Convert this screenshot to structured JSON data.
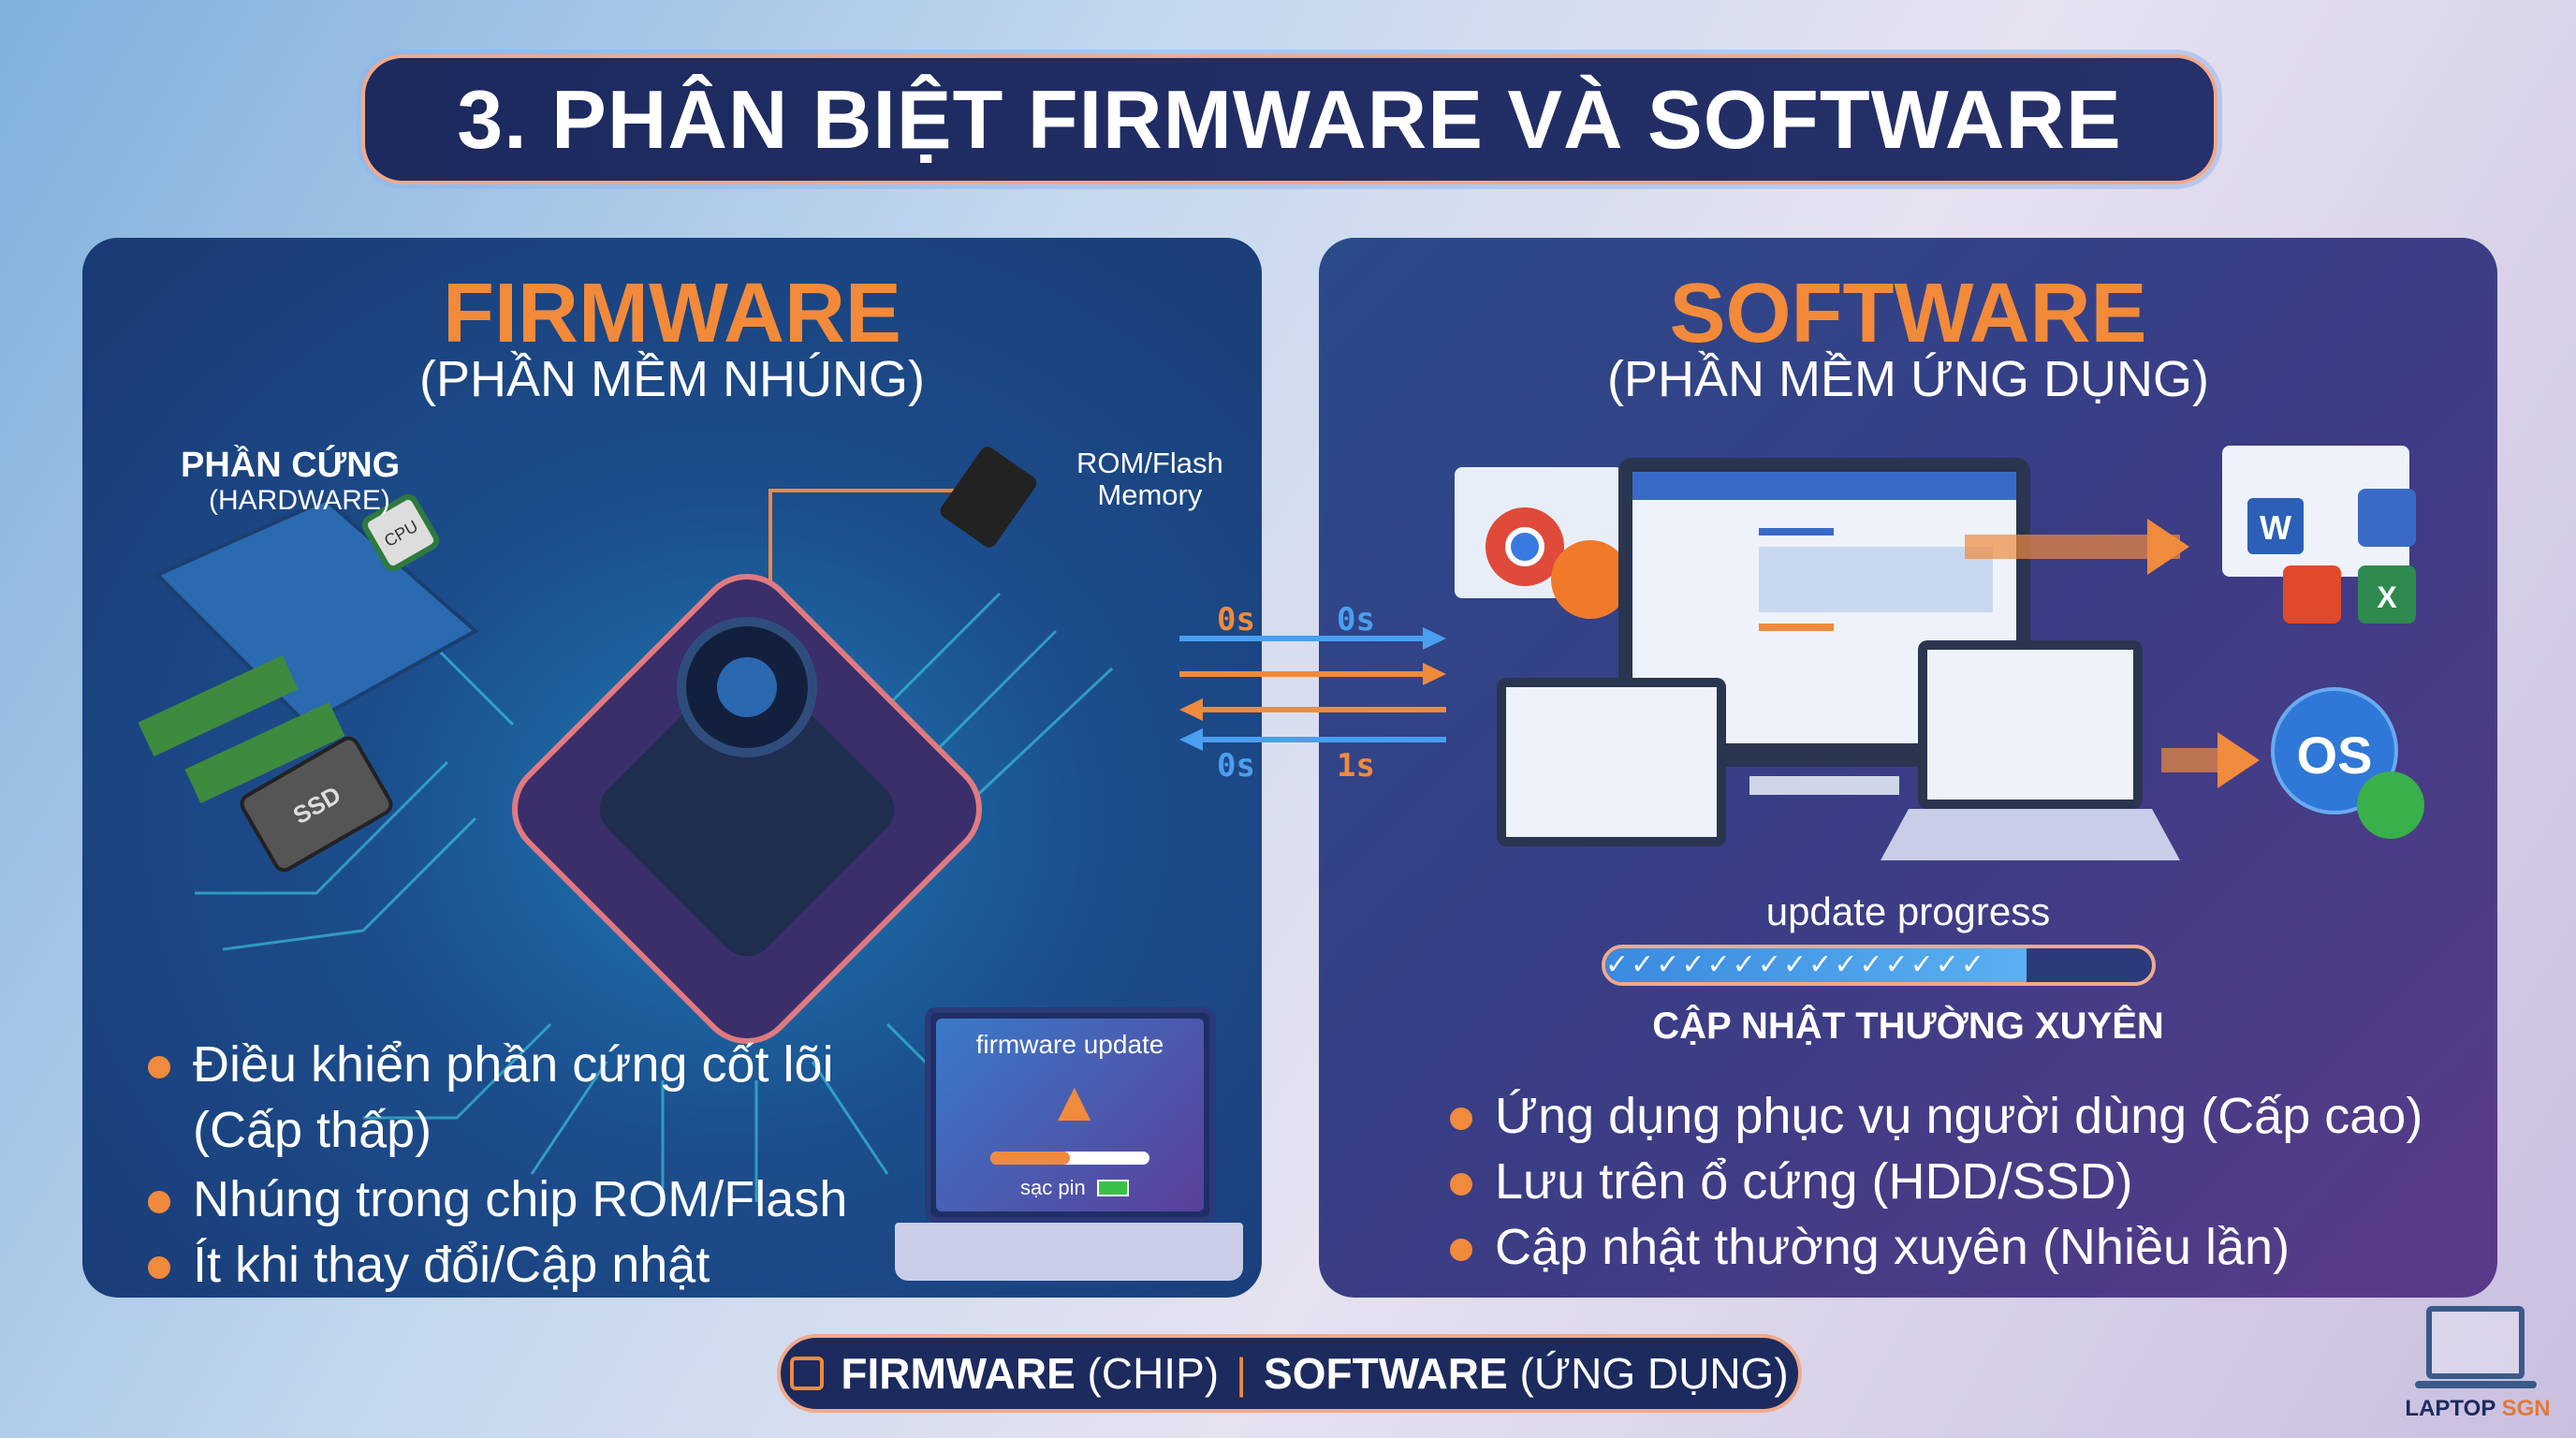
{
  "title": "3. PHÂN BIỆT FIRMWARE VÀ SOFTWARE",
  "firmware": {
    "title": "FIRMWARE",
    "subtitle": "(PHẦN MỀM NHÚNG)",
    "hardware_label": "PHẦN CỨNG",
    "hardware_sub": "(HARDWARE)",
    "cpu_label": "CPU",
    "ssd_label": "SSD",
    "rom_label_1": "ROM/Flash",
    "rom_label_2": "Memory",
    "bullets": [
      "Điều khiển phần cứng cốt lõi (Cấp thấp)",
      "Nhúng trong chip ROM/Flash",
      "Ít khi thay đổi/Cập nhật"
    ],
    "laptop": {
      "title": "firmware update",
      "battery_label": "sạc pin",
      "progress": 0.5
    }
  },
  "transfer": {
    "labels": [
      "0s",
      "0s",
      "0s",
      "1s"
    ]
  },
  "software": {
    "title": "SOFTWARE",
    "subtitle": "(PHẦN MỀM ỨNG DỤNG)",
    "os_label": "OS",
    "update_label": "update progress",
    "update_progress": 0.77,
    "frequent_label": "CẬP NHẬT THƯỜNG XUYÊN",
    "bullets": [
      "Ứng dụng phục vụ người dùng (Cấp cao)",
      "Lưu trên ổ cứng (HDD/SSD)",
      "Cập nhật thường xuyên (Nhiều lần)"
    ]
  },
  "footer": {
    "fw": "FIRMWARE",
    "fw_note": "(CHIP)",
    "sep": "|",
    "sw": "SOFTWARE",
    "sw_note": "(ỨNG DỤNG)"
  },
  "logo": {
    "name_1": "LAPTOP",
    "name_2": "SGN"
  },
  "colors": {
    "accent": "#f08a3c",
    "navy": "#1c2a5e",
    "blue": "#4a8fe0"
  }
}
